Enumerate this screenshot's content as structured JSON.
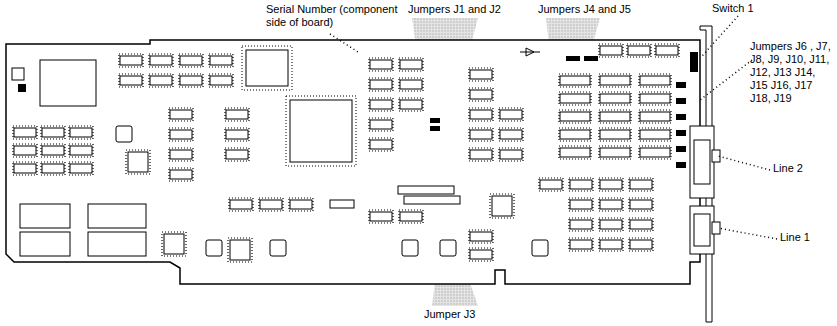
{
  "diagram": {
    "labels": [
      "Serial Number (component side of board)",
      "Jumpers J1 and J2",
      "Jumpers J4 and J5",
      "Switch 1",
      "Jumpers J6 , J7, J8, J9, J10, J11, J12, J13 J14, J15 J16, J17 J18, J19",
      "Line 2",
      "Line 1",
      "Jumper J3"
    ]
  }
}
